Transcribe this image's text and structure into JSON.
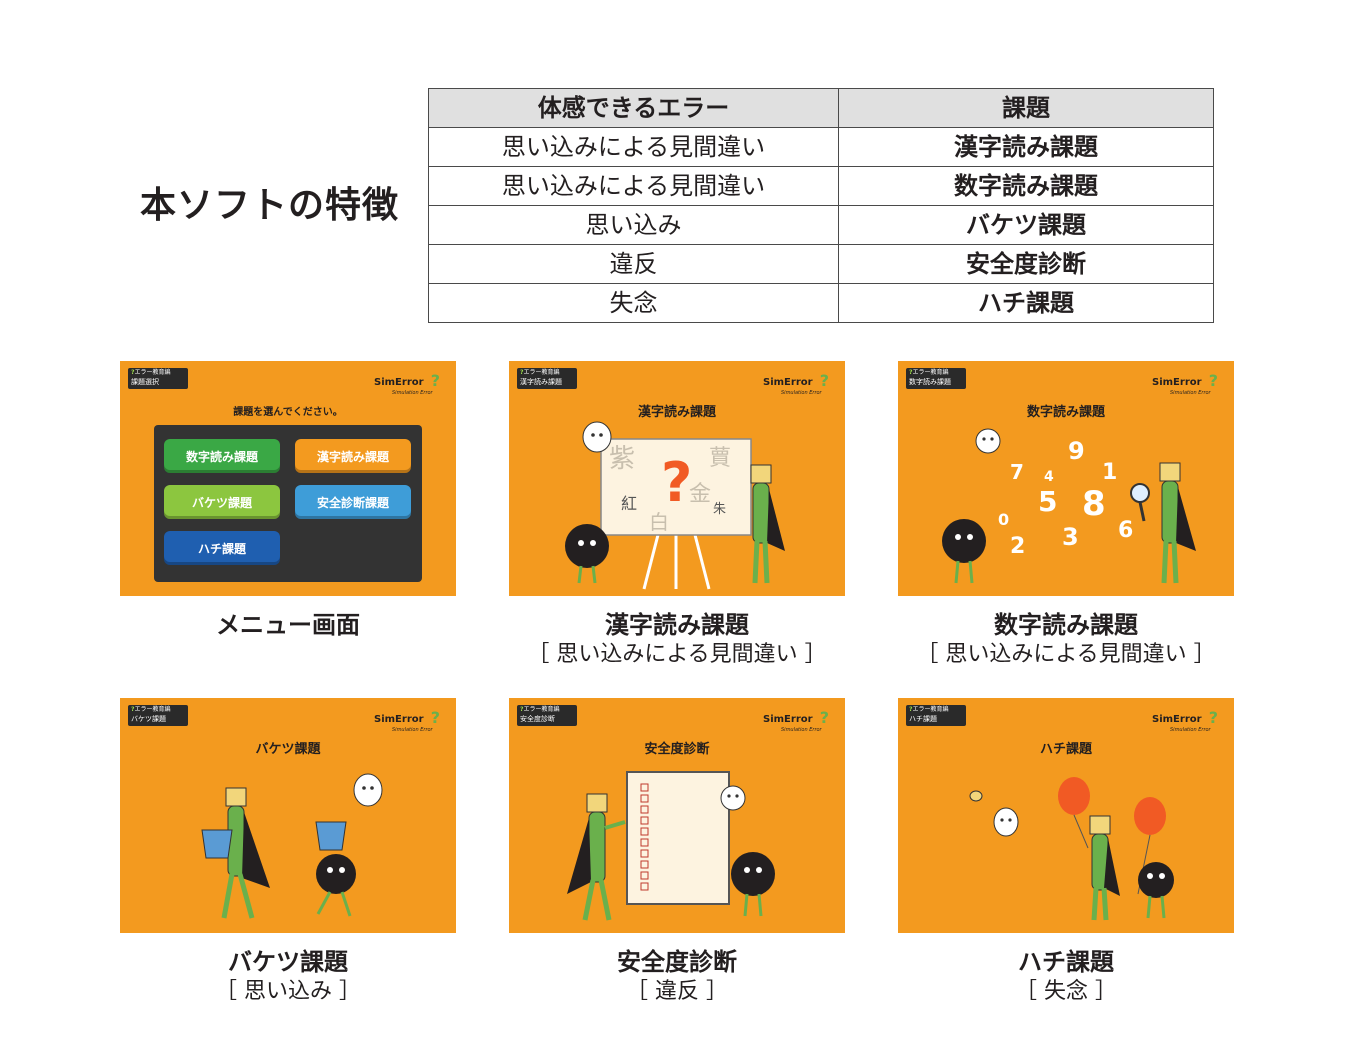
{
  "feature_title": "本ソフトの特徴",
  "table": {
    "headers": [
      "体感できるエラー",
      "課題"
    ],
    "rows": [
      [
        "思い込みによる見間違い",
        "漢字読み課題"
      ],
      [
        "思い込みによる見間違い",
        "数字読み課題"
      ],
      [
        "思い込み",
        "バケツ課題"
      ],
      [
        "違反",
        "安全度診断"
      ],
      [
        "失念",
        "ハチ課題"
      ]
    ]
  },
  "common": {
    "tag_line1": "エラー教育編",
    "tag_mark": "?",
    "logo_text": "SimError",
    "logo_sub": "Simulation Error",
    "logo_q": "?"
  },
  "colors": {
    "screen_bg": "#f39a1f",
    "character_green": "#6ab04c",
    "panel_dark": "#333333"
  },
  "screens": {
    "menu": {
      "tag": "課題選択",
      "instruction": "課題を選んでください。",
      "buttons": [
        "数字読み課題",
        "漢字読み課題",
        "バケツ課題",
        "安全診断課題",
        "ハチ課題"
      ],
      "caption_title": "メニュー画面"
    },
    "kanji": {
      "tag": "漢字読み課題",
      "title": "漢字読み課題",
      "board_chars": [
        "紫",
        "蕒",
        "紅",
        "金",
        "朱",
        "白"
      ],
      "caption_title": "漢字読み課題",
      "caption_sub": "［ 思い込みによる見間違い ］"
    },
    "number": {
      "tag": "数字読み課題",
      "title": "数字読み課題",
      "digits": [
        "7",
        "4",
        "9",
        "1",
        "5",
        "8",
        "0",
        "2",
        "3",
        "6"
      ],
      "caption_title": "数字読み課題",
      "caption_sub": "［ 思い込みによる見間違い ］"
    },
    "bucket": {
      "tag": "バケツ課題",
      "title": "バケツ課題",
      "caption_title": "バケツ課題",
      "caption_sub": "［ 思い込み ］"
    },
    "safety": {
      "tag": "安全度診断",
      "title": "安全度診断",
      "caption_title": "安全度診断",
      "caption_sub": "［ 違反 ］"
    },
    "bee": {
      "tag": "ハチ課題",
      "title": "ハチ課題",
      "caption_title": "ハチ課題",
      "caption_sub": "［ 失念 ］"
    }
  }
}
